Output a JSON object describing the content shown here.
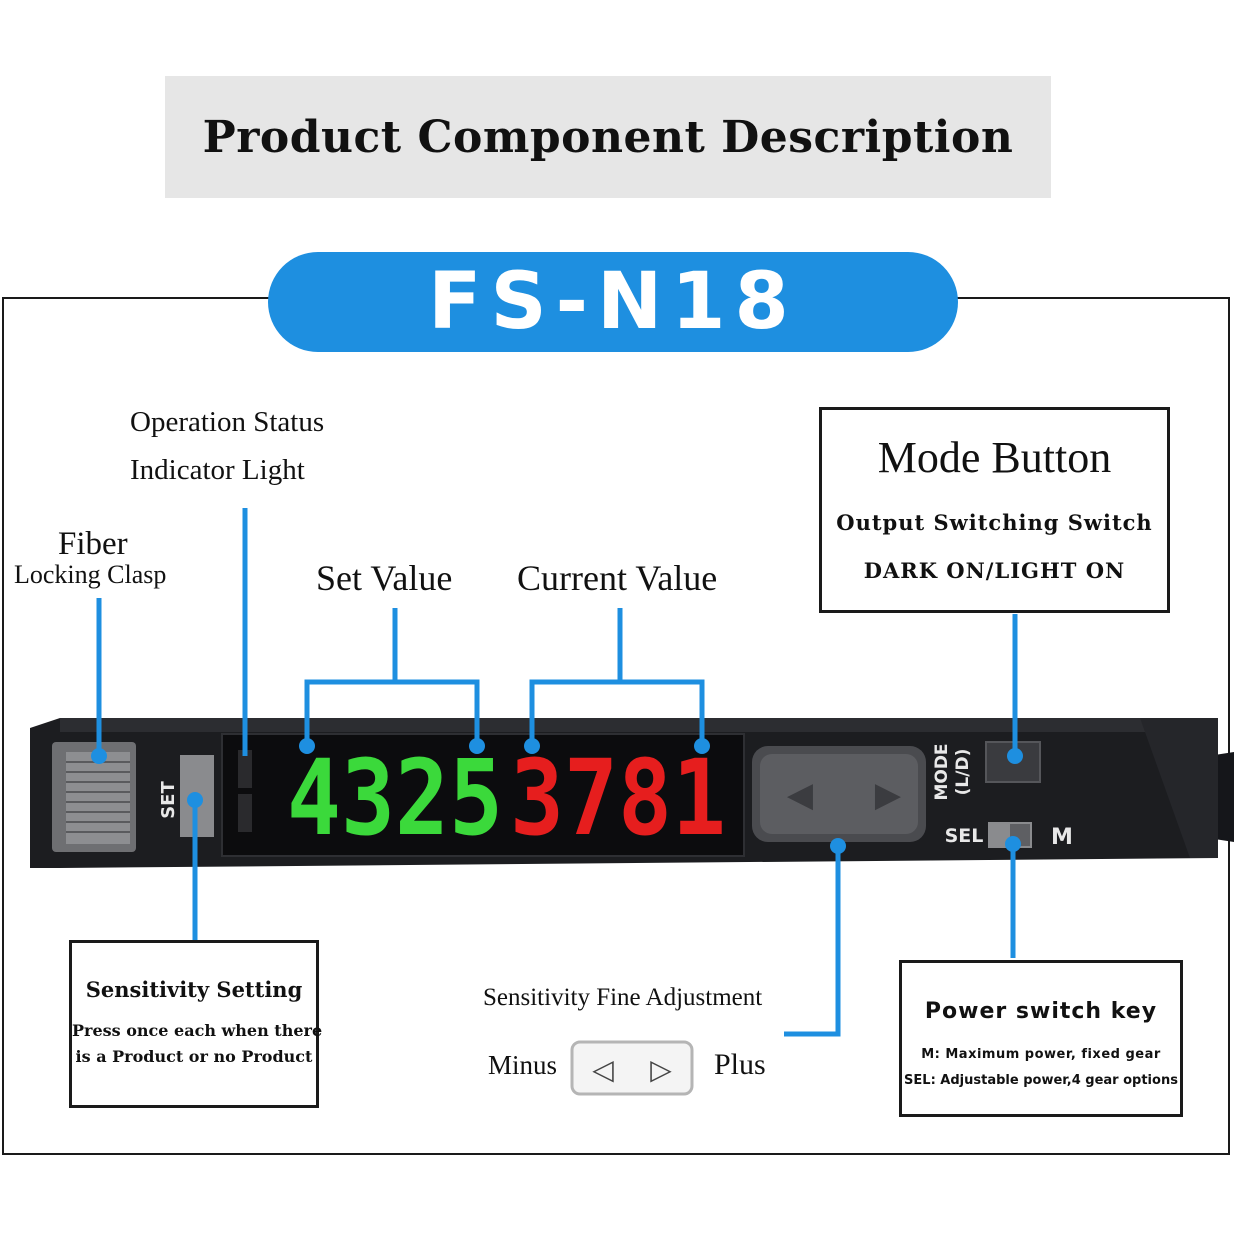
{
  "header": {
    "title": "Product Component Description"
  },
  "model": {
    "name": "FS-N18"
  },
  "labels": {
    "operation_line1": "Operation Status",
    "operation_line2": "Indicator Light",
    "fiber_line1": "Fiber",
    "fiber_line2": "Locking Clasp",
    "set_value": "Set Value",
    "current_value": "Current Value",
    "fine_adjust": "Sensitivity Fine Adjustment",
    "minus": "Minus",
    "plus": "Plus"
  },
  "mode_box": {
    "title": "Mode Button",
    "line1": "Output Switching Switch",
    "line2": "DARK ON/LIGHT ON"
  },
  "sensitivity_box": {
    "title": "Sensitivity Setting",
    "line1": "Press once each when there",
    "line2": "is a Product or no Product"
  },
  "power_box": {
    "title": "Power switch key",
    "line1": "M: Maximum power, fixed gear",
    "line2": "SEL: Adjustable power,4 gear options"
  },
  "device": {
    "set_key": "SET",
    "set_value_digits": "4325",
    "current_value_digits": "3781",
    "mode_key_line1": "MODE",
    "mode_key_line2": "(L/D)",
    "sel_label": "SEL",
    "m_label": "M",
    "left_arrow": "◀",
    "right_arrow": "▶",
    "small_left_arrow": "◁",
    "small_right_arrow": "▷"
  },
  "colors": {
    "accent_blue": "#1e8fe0",
    "set_value_green": "#3bd93b",
    "current_value_red": "#e61e1e",
    "device_body": "#1c1d20"
  }
}
